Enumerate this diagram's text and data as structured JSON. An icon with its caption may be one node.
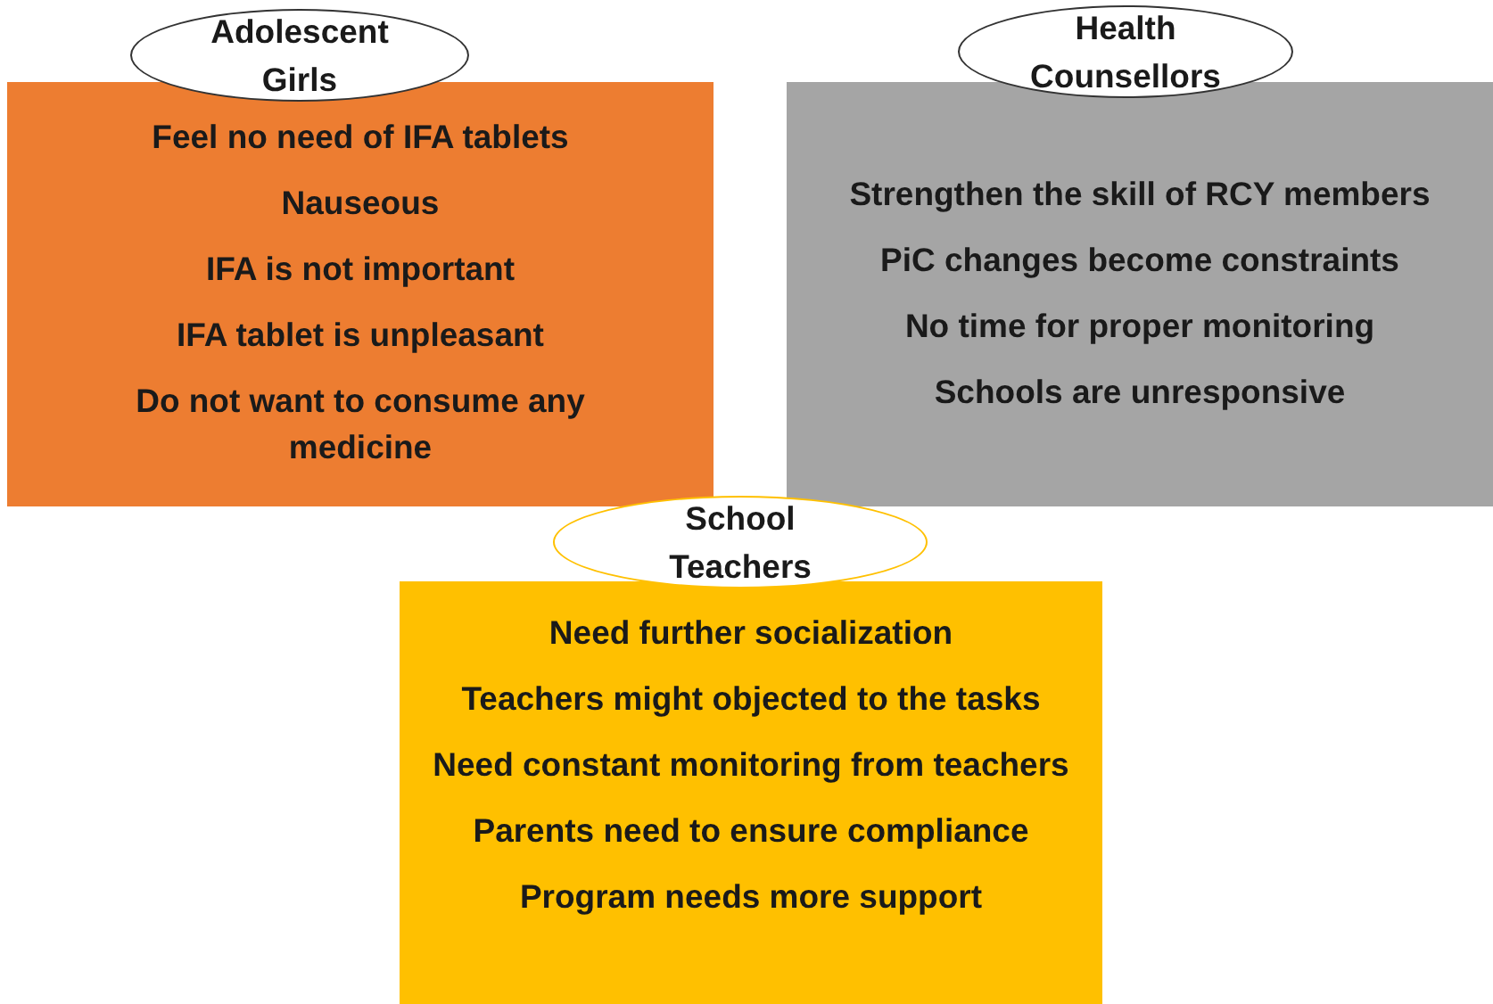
{
  "diagram": {
    "nodes": [
      {
        "text": [
          "Adolescent Girls"
        ]
      },
      {
        "text": [
          "Feel no need of IFA tablets",
          "Nauseous",
          "IFA is not important",
          "IFA tablet is unpleasant",
          "Do not want to consume any medicine"
        ]
      },
      {
        "text": [
          "Health Counsellors"
        ]
      },
      {
        "text": [
          "Strengthen the skill of RCY members",
          "PiC changes become constraints",
          "No time for proper monitoring",
          "Schools are unresponsive"
        ]
      },
      {
        "text": [
          "School Teachers"
        ]
      },
      {
        "text": [
          "Need further socialization",
          "Teachers might objected to the tasks",
          "Need constant monitoring from teachers",
          "Parents need to ensure compliance",
          "Program needs more support"
        ]
      }
    ]
  }
}
